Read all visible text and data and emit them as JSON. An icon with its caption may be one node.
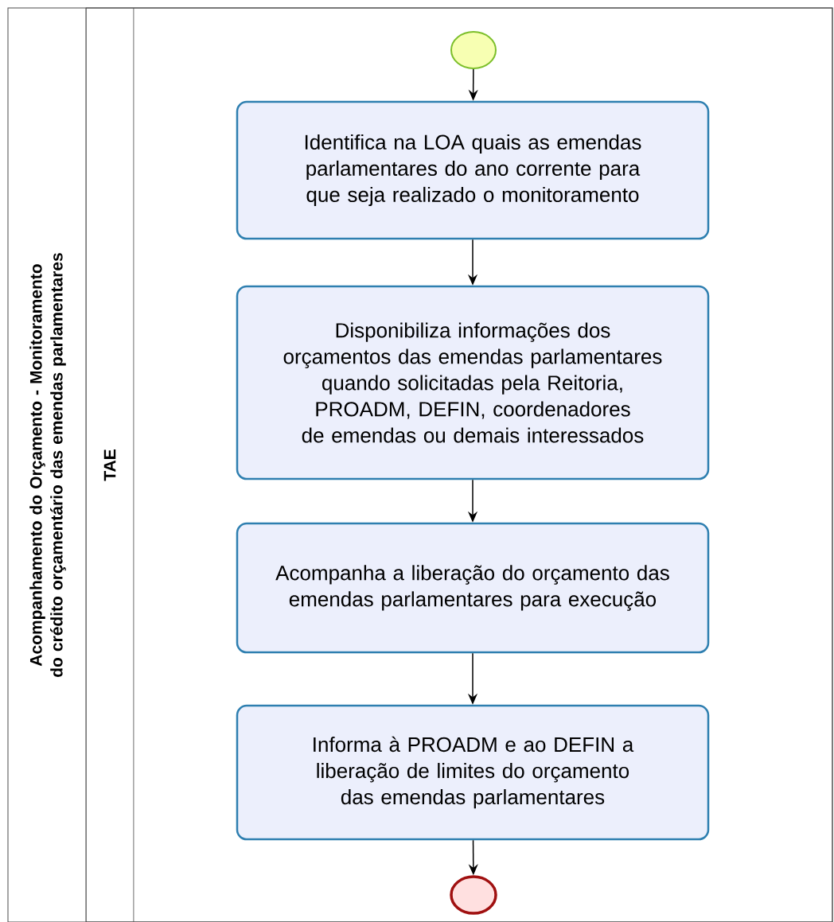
{
  "diagram": {
    "nodes": [
      {
        "text": [
          "Acompanhamento do Orçamento - Monitoramento do crédito orçamentário das emendas parlamentares"
        ]
      },
      {
        "text": [
          "TAE"
        ],
        "in": 0
      },
      {
        "text": [],
        "shape": "circle",
        "in": 1
      },
      {
        "text": [
          "Identifica na LOA quais as emendas parlamentares do ano corrente para que seja realizado o monitoramento"
        ],
        "in": 1
      },
      {
        "text": [
          "Disponibiliza informações dos orçamentos das emendas parlamentares quando solicitadas pela Reitoria, PROADM, DEFIN, coordenadores de emendas ou demais interessados"
        ],
        "in": 1
      },
      {
        "text": [
          "Acompanha a liberação do orçamento das emendas parlamentares para execução"
        ],
        "in": 1
      },
      {
        "text": [
          "Informa à PROADM e ao DEFIN a liberação de limites do orçamento das emendas parlamentares"
        ],
        "in": 1
      },
      {
        "text": [],
        "shape": "circle",
        "in": 1
      }
    ],
    "edges": [
      {
        "from": 2,
        "to": 3,
        "arrow": "to"
      },
      {
        "from": 3,
        "to": 4,
        "arrow": "to"
      },
      {
        "from": 4,
        "to": 5,
        "arrow": "to"
      },
      {
        "from": 5,
        "to": 6,
        "arrow": "to"
      },
      {
        "from": 6,
        "to": 7,
        "arrow": "to"
      }
    ]
  }
}
